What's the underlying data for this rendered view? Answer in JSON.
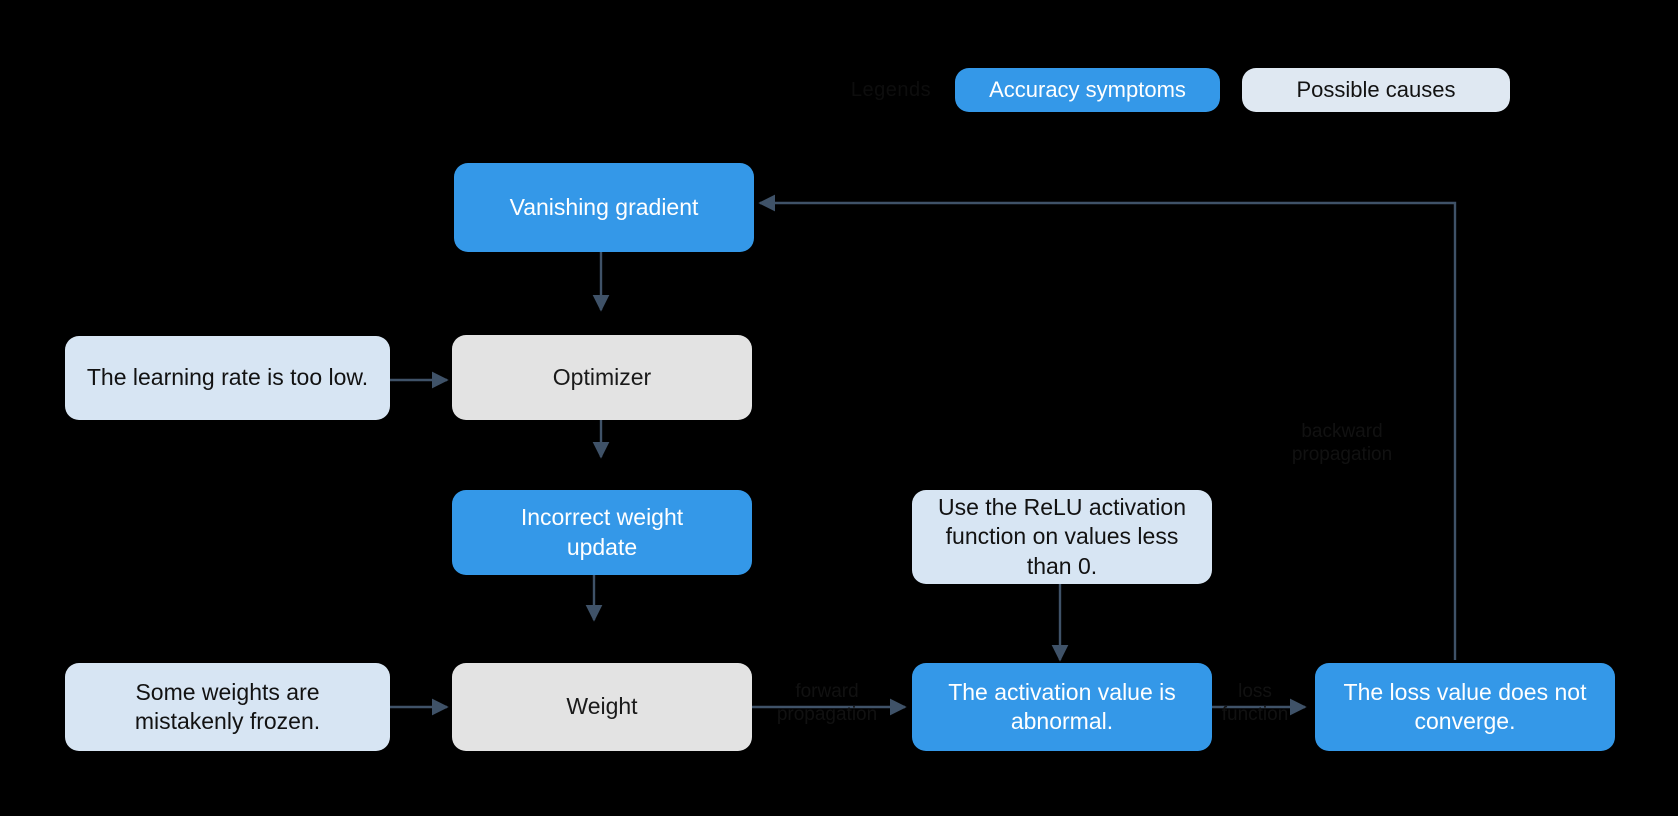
{
  "diagram": {
    "type": "flowchart",
    "background": "#000000",
    "palette": {
      "symptom": "#3498e8",
      "component": "#e3e3e3",
      "cause": "#d7e5f3",
      "edge": "#3f5268",
      "edge_label_text": "#111111"
    }
  },
  "legend": {
    "title": "Legends",
    "items": [
      {
        "label": "Accuracy symptoms",
        "kind": "symptom"
      },
      {
        "label": "Possible causes",
        "kind": "cause"
      }
    ]
  },
  "nodes": {
    "vanishing_gradient": "Vanishing gradient",
    "optimizer": "Optimizer",
    "incorrect_weight_update": "Incorrect weight\nupdate",
    "weight": "Weight",
    "learning_rate_too_low": "The learning rate is too low.",
    "weights_frozen": "Some weights are\nmistakenly frozen.",
    "relu_activation": "Use the ReLU activation\nfunction on values less\nthan 0.",
    "activation_abnormal": "The activation value is\nabnormal.",
    "loss_not_converge": "The loss value does not\nconverge."
  },
  "edge_labels": {
    "forward_propagation": "forward\npropagation",
    "loss_function": "loss\nfunction",
    "backward_propagation": "backward\npropagation"
  }
}
